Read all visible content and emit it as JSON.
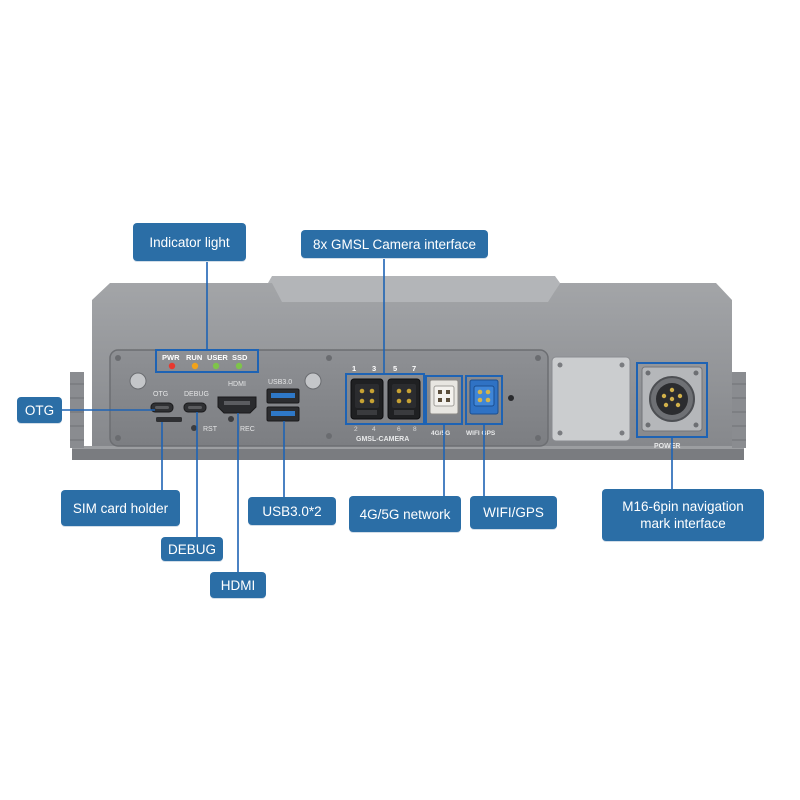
{
  "callouts": {
    "indicator_light": "Indicator light",
    "gmsl_camera": "8x GMSL Camera interface",
    "otg": "OTG",
    "sim_card_holder": "SIM card holder",
    "debug": "DEBUG",
    "hdmi": "HDMI",
    "usb30": "USB3.0*2",
    "network_4g5g": "4G/5G network",
    "wifi_gps": "WIFI/GPS",
    "m16_navigation": "M16-6pin navigation mark interface"
  },
  "panel": {
    "led_pwr": "PWR",
    "led_run": "RUN",
    "led_user": "USER",
    "led_ssd": "SSD",
    "port_otg": "OTG",
    "port_debug": "DEBUG",
    "port_hdmi": "HDMI",
    "port_usb30": "USB3.0",
    "btn_rst": "RST",
    "btn_rec": "REC",
    "cam_num_1": "1",
    "cam_num_3": "3",
    "cam_num_5": "5",
    "cam_num_7": "7",
    "cam_num_2": "2",
    "cam_num_4": "4",
    "cam_num_6": "6",
    "cam_num_8": "8",
    "gmsl_camera": "GMSL-CAMERA",
    "port_4g5g": "4G/5G",
    "port_wifi_gps": "WIFI GPS",
    "power": "POWER"
  },
  "colors": {
    "callout_blue": "#2b6ea6",
    "highlight_blue": "#1e63b4",
    "led_red": "#e8382e",
    "led_orange": "#f2a31b",
    "led_green": "#7ec44a",
    "device_gray": "#8d8f93"
  }
}
